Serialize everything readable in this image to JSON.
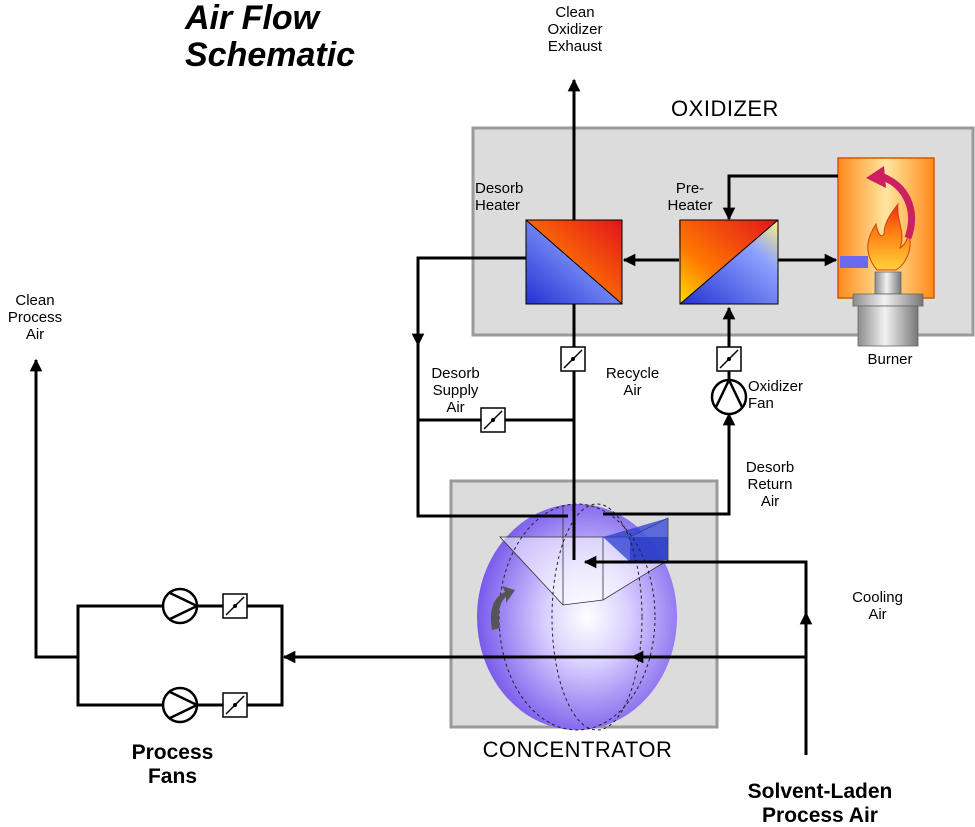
{
  "title": "Air Flow\nSchematic",
  "sections": {
    "oxidizer": "OXIDIZER",
    "concentrator": "CONCENTRATOR"
  },
  "labels": {
    "clean_oxidizer_exhaust": "Clean\nOxidizer\nExhaust",
    "desorb_heater": "Desorb\nHeater",
    "pre_heater": "Pre-\nHeater",
    "burner": "Burner",
    "clean_process_air": "Clean\nProcess\nAir",
    "desorb_supply_air": "Desorb\nSupply\nAir",
    "recycle_air": "Recycle\nAir",
    "oxidizer_fan": "Oxidizer\nFan",
    "desorb_return_air": "Desorb\nReturn\nAir",
    "cooling_air": "Cooling\nAir",
    "process_fans": "Process\nFans",
    "solvent_laden_process_air": "Solvent-Laden\nProcess Air"
  },
  "colors": {
    "box_fill": "#dcdcdc",
    "box_stroke": "#9a9a9a",
    "heater_hot": "#e8161a",
    "heater_mid": "#ffcc00",
    "heater_cold": "#2b3bd6",
    "flame": "#ff7a10",
    "rotor": "#8a6df0",
    "line": "#000000"
  }
}
